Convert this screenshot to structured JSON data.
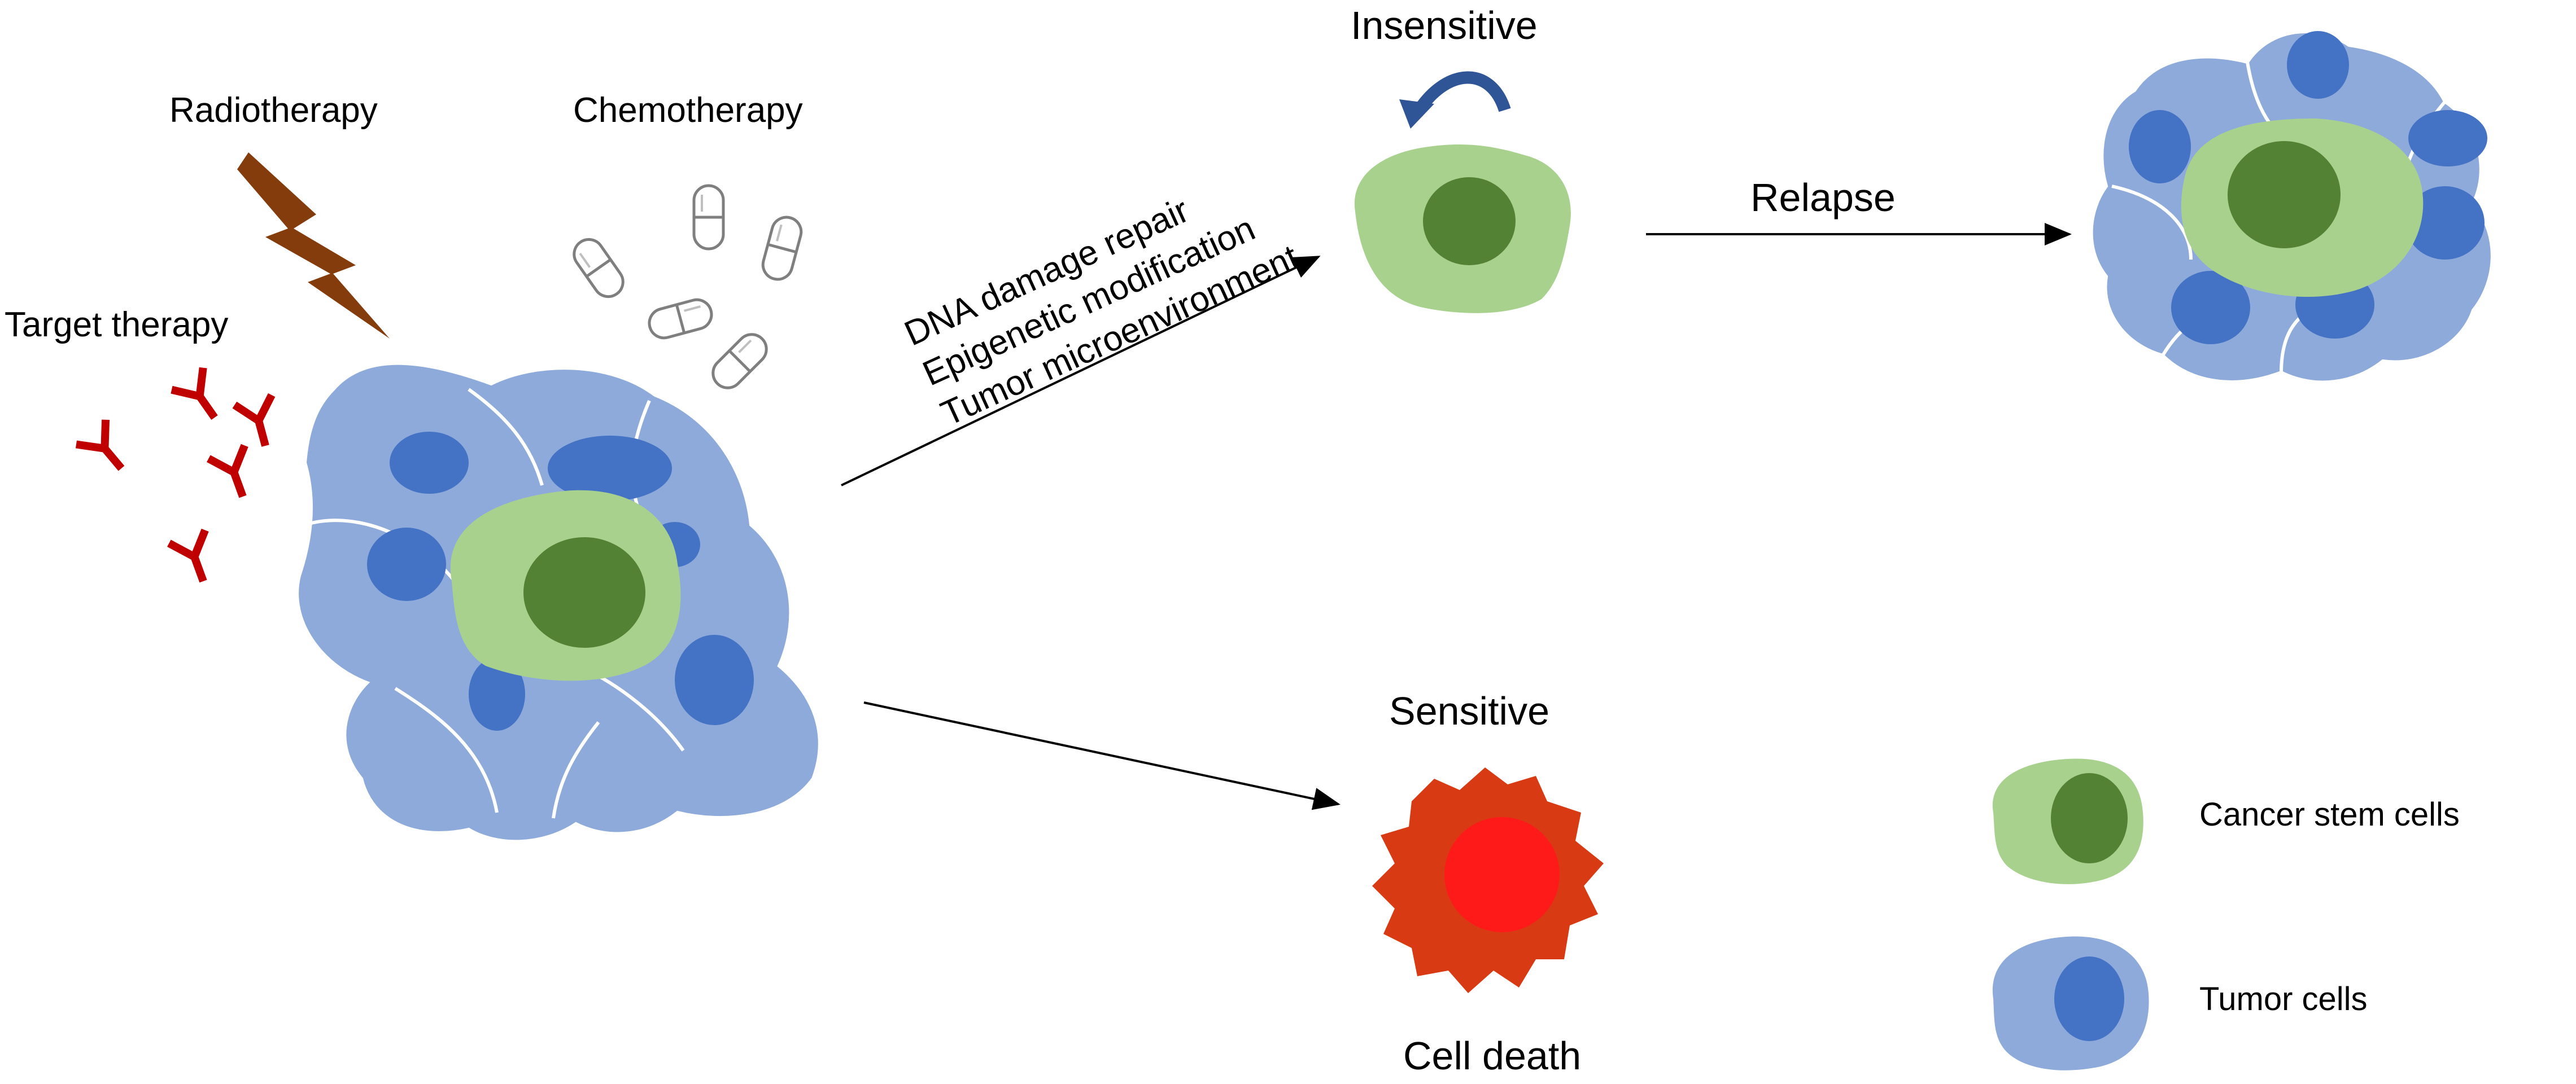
{
  "labels": {
    "radiotherapy": "Radiotherapy",
    "chemotherapy": "Chemotherapy",
    "target_therapy": "Target therapy",
    "insensitive": "Insensitive",
    "relapse": "Relapse",
    "sensitive": "Sensitive",
    "cell_death": "Cell death"
  },
  "mechanisms": [
    "DNA damage repair",
    "Epigenetic modification",
    "Tumor microenvironment"
  ],
  "legend": {
    "cancer_stem_cells": "Cancer stem cells",
    "tumor_cells": "Tumor cells"
  },
  "colors": {
    "tumor_cytoplasm": "#8eaadb",
    "tumor_nucleus": "#4472c4",
    "stem_cytoplasm": "#a9d18e",
    "stem_nucleus": "#548235",
    "dead_cell": "#d83b14",
    "dead_nucleus": "#ff1a1a",
    "antibody": "#c00000",
    "lightning": "#843c0c",
    "recycle_arrow": "#2f5597",
    "capsule_outline": "#7f7f7f",
    "arrow": "#000000"
  }
}
